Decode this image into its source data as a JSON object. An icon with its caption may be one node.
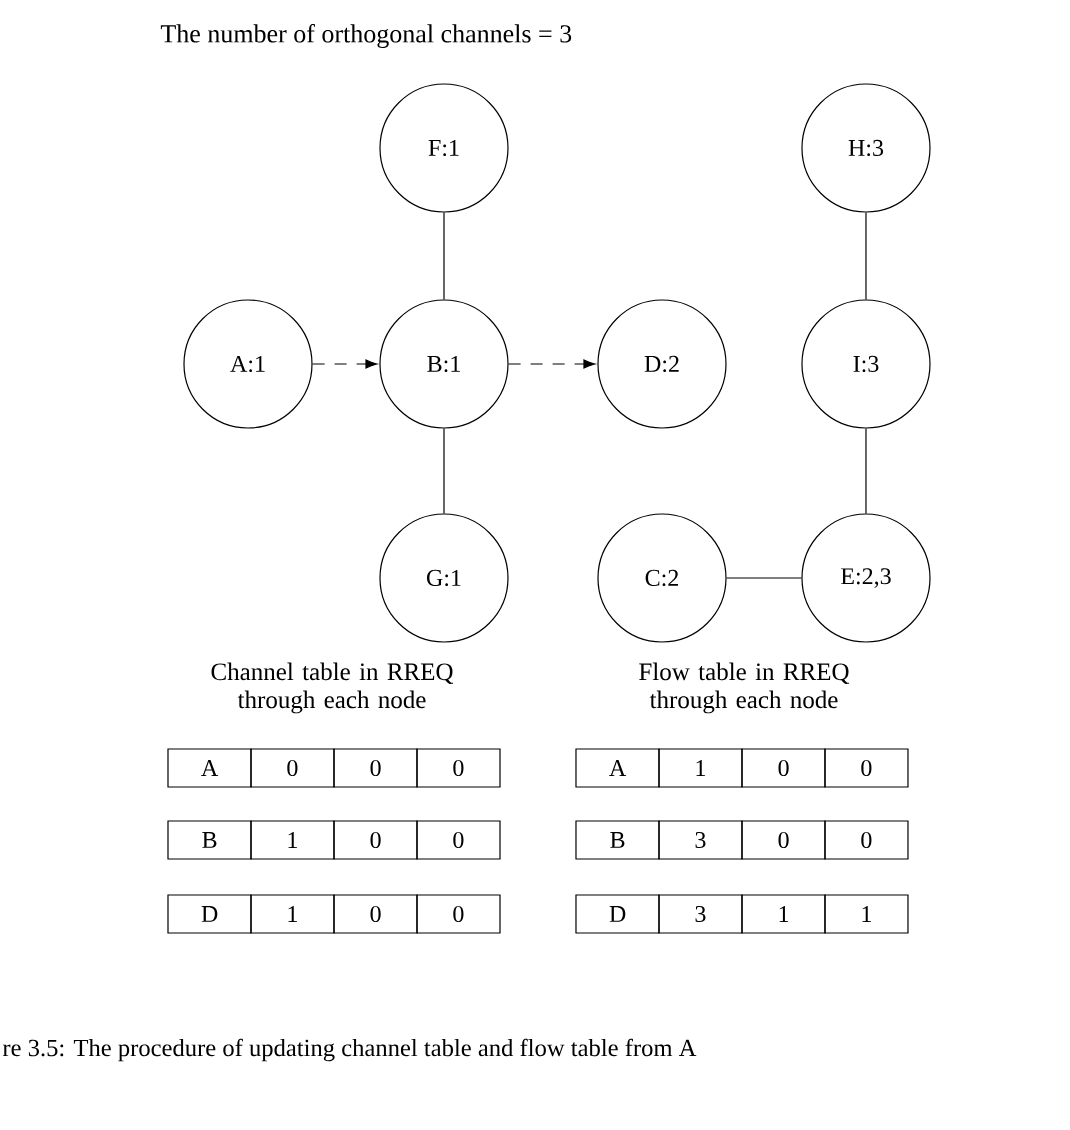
{
  "diagram": {
    "title": "The number of orthogonal channels = 3",
    "caption": "re 3.5: The procedure of updating channel table and flow table from A",
    "nodes": [
      {
        "text": [
          "F:1"
        ]
      },
      {
        "text": [
          "H:3"
        ]
      },
      {
        "text": [
          "A:1"
        ]
      },
      {
        "text": [
          "B:1"
        ]
      },
      {
        "text": [
          "D:2"
        ]
      },
      {
        "text": [
          "I:3"
        ]
      },
      {
        "text": [
          "G:1"
        ]
      },
      {
        "text": [
          "C:2"
        ]
      },
      {
        "text": [
          "E:2,3"
        ]
      }
    ],
    "edges": [
      {
        "from": 2,
        "to": 3,
        "arrow": "to",
        "style": "dashed"
      },
      {
        "from": 3,
        "to": 4,
        "arrow": "to",
        "style": "dashed"
      },
      {
        "from": 0,
        "to": 3,
        "arrow": "none"
      },
      {
        "from": 3,
        "to": 6,
        "arrow": "none"
      },
      {
        "from": 1,
        "to": 5,
        "arrow": "none"
      },
      {
        "from": 5,
        "to": 8,
        "arrow": "none"
      },
      {
        "from": 7,
        "to": 8,
        "arrow": "none"
      }
    ],
    "labels": [
      "Channel table in RREQ through each node",
      "Flow table in RREQ through each node",
      "A",
      "0",
      "0",
      "0",
      "A",
      "1",
      "0",
      "0",
      "B",
      "1",
      "0",
      "0",
      "B",
      "3",
      "0",
      "0",
      "D",
      "1",
      "0",
      "0",
      "D",
      "3",
      "1",
      "1"
    ]
  }
}
